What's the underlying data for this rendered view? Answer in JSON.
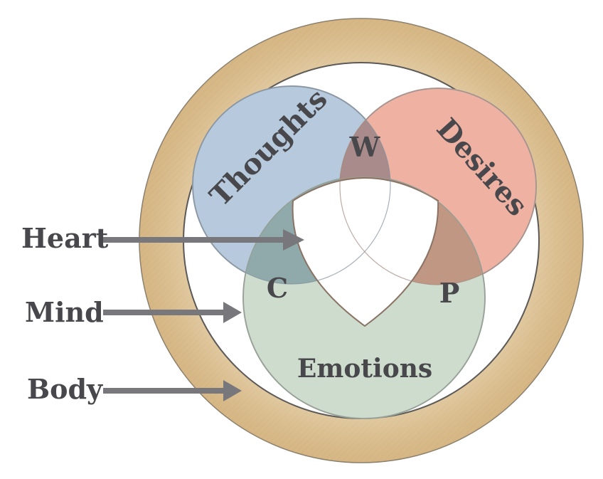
{
  "diagram": {
    "ring_label": "Body",
    "circles": [
      {
        "id": "thoughts",
        "label": "Thoughts",
        "color": "#b6c9dd"
      },
      {
        "id": "desires",
        "label": "Desires",
        "color": "#efb1a1"
      },
      {
        "id": "emotions",
        "label": "Emotions",
        "color": "#cedccd"
      }
    ],
    "overlaps": [
      {
        "id": "w",
        "label": "W",
        "between": [
          "thoughts",
          "desires"
        ],
        "color": "#a88b8a"
      },
      {
        "id": "c",
        "label": "C",
        "between": [
          "thoughts",
          "emotions"
        ],
        "color": "#90aaac"
      },
      {
        "id": "p",
        "label": "P",
        "between": [
          "desires",
          "emotions"
        ],
        "color": "#bf9783"
      }
    ],
    "pointers": [
      {
        "label": "Heart",
        "target": "center"
      },
      {
        "label": "Mind",
        "target": "three circles"
      },
      {
        "label": "Body",
        "target": "outer ring"
      }
    ],
    "colors": {
      "ring": "#dcc092",
      "ring_edge": "#8a8476",
      "arrow": "#77777c",
      "text": "#48484c"
    }
  }
}
